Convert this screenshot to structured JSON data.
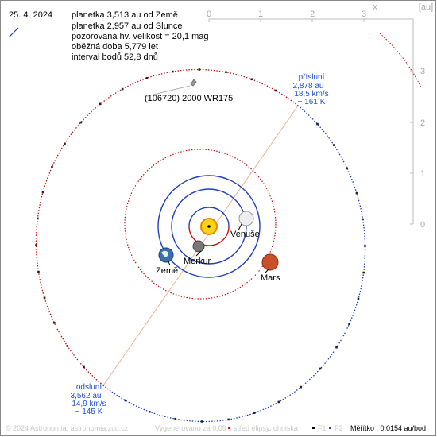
{
  "date": "25. 4. 2024",
  "info_lines": [
    "planetka 3,513 au od Země",
    "planetka 2,957 au od Slunce",
    "pozorovaná hv. velikost = 20,1 mag",
    "oběžná doba 5,779 let",
    "interval bodů 52,8 dnů"
  ],
  "asteroid_name": "(106720) 2000 WR175",
  "perihelion": {
    "title": "přísluní",
    "dist": "2,878 au",
    "speed": "18,5 km/s",
    "temp": "~ 161 K"
  },
  "aphelion": {
    "title": "odsluní",
    "dist": "3,562 au",
    "speed": "14,9 km/s",
    "temp": "~ 145 K"
  },
  "planets": {
    "venus": "Venuše",
    "mercury": "Merkur",
    "earth": "Země",
    "mars": "Mars"
  },
  "axis": {
    "x_ticks": [
      "0",
      "1",
      "2",
      "3"
    ],
    "x_label": "x",
    "unit": "[au]",
    "y_ticks": [
      "3",
      "2",
      "1",
      "0"
    ]
  },
  "footer": {
    "copyright": "© 2024 Astronomia, astronomia.zcu.cz",
    "generated": "Vygenerováno za 0,09 s",
    "legend_center": "střed elipsy, ohniska",
    "f1": "F1",
    "f2": "F2",
    "scale": "Měřítko : 0,0154 au/bod"
  },
  "colors": {
    "orbit_above": "#1f3fbf",
    "orbit_below": "#cc1111",
    "line_of_apsides": "#f0b090",
    "axis": "#bbbbbb",
    "label_blue": "#1f4fd8"
  }
}
